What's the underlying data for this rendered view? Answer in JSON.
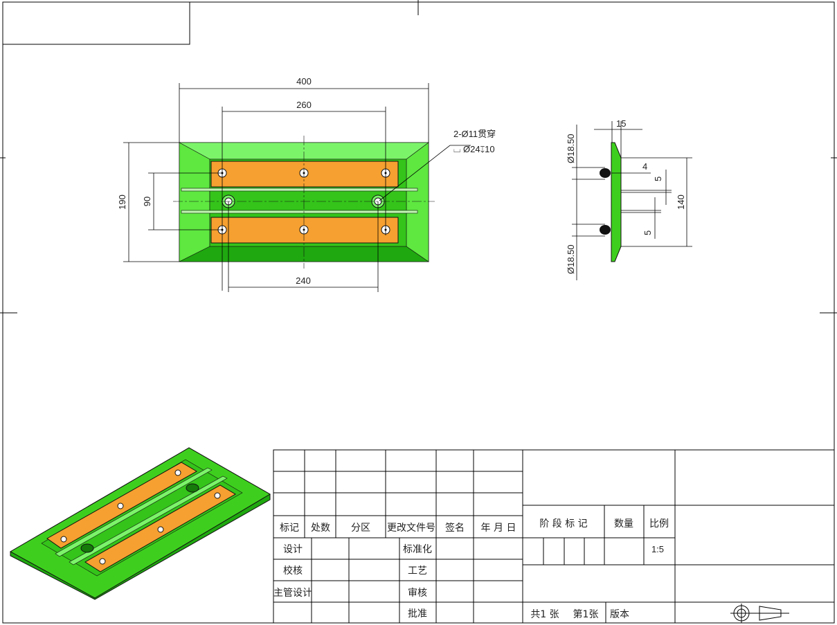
{
  "colors": {
    "green": "#3ecf1e",
    "light_green": "#7cf46a",
    "dark_green": "#1fa80f",
    "orange": "#f5a030"
  },
  "front_view": {
    "dims": {
      "overall_length": "400",
      "hole_span_260": "260",
      "hole_span_240": "240",
      "overall_width": "190",
      "row_spacing": "90"
    },
    "hole_note_1": "2-Ø11贯穿",
    "hole_note_2": "⌴ Ø24↧10"
  },
  "side_view": {
    "dims": {
      "thickness": "15",
      "dia_top": "Ø18.50",
      "dia_bottom": "Ø18.50",
      "offset": "4",
      "slot_top": "5",
      "slot_bottom": "5",
      "height": "140"
    }
  },
  "title_block": {
    "header": [
      "标记",
      "处数",
      "分区",
      "更改文件号",
      "签名",
      "年 月 日"
    ],
    "rows": [
      "设计",
      "校核",
      "主管设计",
      ""
    ],
    "mid_labels": [
      "标准化",
      "工艺",
      "审核",
      "批准"
    ],
    "stage_label": "阶 段 标 记",
    "quantity_label": "数量",
    "scale_label": "比例",
    "scale_value": "1:5",
    "sheets_total": "共1 张",
    "sheet_no": "第1张",
    "version": "版本"
  }
}
